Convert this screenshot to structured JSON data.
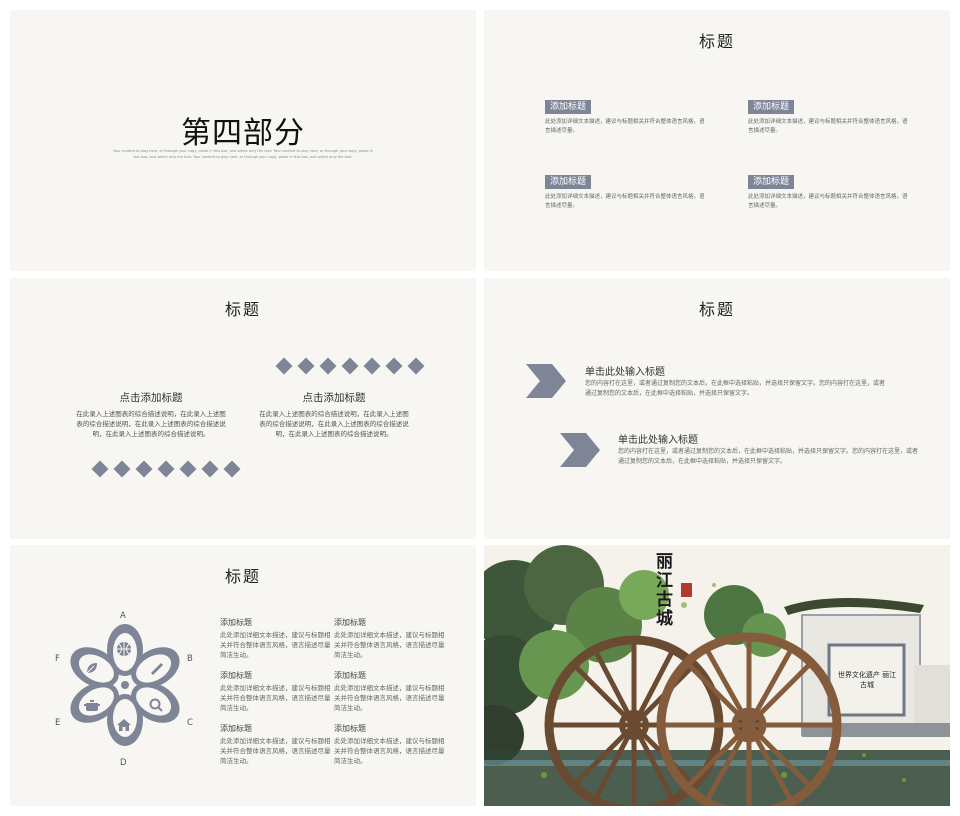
{
  "slide1": {
    "title": "第四部分",
    "para": "Your content to play here, or through your copy, paste in this box, and select only the text. Your content to play here, or through your copy, paste in this box, and select only the text. Your content to play here, or through your copy, paste in this box, and select only the text."
  },
  "slide2": {
    "title": "标题",
    "items": [
      {
        "tag": "添加标题",
        "text": "此处添加详细文本描述，建议与标题相关并符合整体语言风格，语言描述尽量。"
      },
      {
        "tag": "添加标题",
        "text": "此处添加详细文本描述，建议与标题相关并符合整体语言风格，语言描述尽量。"
      },
      {
        "tag": "添加标题",
        "text": "此处添加详细文本描述，建议与标题相关并符合整体语言风格，语言描述尽量。"
      },
      {
        "tag": "添加标题",
        "text": "此处添加详细文本描述，建议与标题相关并符合整体语言风格，语言描述尽量。"
      }
    ]
  },
  "slide3": {
    "title": "标题",
    "items": [
      {
        "head": "点击添加标题",
        "text": "在此录入上述图表的综合描述说明，在此录入上述图表的综合描述说明，在此录入上述图表的综合描述说明，在此录入上述图表的综合描述说明。"
      },
      {
        "head": "点击添加标题",
        "text": "在此录入上述图表的综合描述说明，在此录入上述图表的综合描述说明，在此录入上述图表的综合描述说明，在此录入上述图表的综合描述说明。"
      }
    ]
  },
  "slide4": {
    "title": "标题",
    "items": [
      {
        "head": "单击此处输入标题",
        "text": "您的内容打在这里，或者通过复制您的文本后，在此框中选择粘贴，并选择只保留文字。您的内容打在这里，或者通过复制您的文本后，在此框中选择粘贴，并选择只保留文字。"
      },
      {
        "head": "单击此处输入标题",
        "text": "您的内容打在这里，或者通过复制您的文本后，在此框中选择粘贴，并选择只保留文字。您的内容打在这里，或者通过复制您的文本后，在此框中选择粘贴，并选择只保留文字。"
      }
    ],
    "accent": "#7d8597"
  },
  "slide5": {
    "title": "标题",
    "petals": [
      "A",
      "B",
      "C",
      "D",
      "E",
      "F"
    ],
    "items": [
      {
        "head": "添加标题",
        "text": "此处添加详细文本描述，建议与标题相关并符合整体语言风格，语言描述尽量简洁生动。"
      },
      {
        "head": "添加标题",
        "text": "此处添加详细文本描述，建议与标题相关并符合整体语言风格，语言描述尽量简洁生动。"
      },
      {
        "head": "添加标题",
        "text": "此处添加详细文本描述，建议与标题相关并符合整体语言风格，语言描述尽量简洁生动。"
      },
      {
        "head": "添加标题",
        "text": "此处添加详细文本描述，建议与标题相关并符合整体语言风格，语言描述尽量简洁生动。"
      },
      {
        "head": "添加标题",
        "text": "此处添加详细文本描述，建议与标题相关并符合整体语言风格，语言描述尽量简洁生动。"
      },
      {
        "head": "添加标题",
        "text": "此处添加详细文本描述，建议与标题相关并符合整体语言风格，语言描述尽量简洁生动。"
      }
    ],
    "icons": [
      "basketball-icon",
      "pen-icon",
      "search-icon",
      "home-icon",
      "pot-icon",
      "leaf-icon"
    ]
  },
  "slide6": {
    "calligraphy": "丽江古城",
    "wall_text": "世界文化遗产 丽江古城"
  }
}
